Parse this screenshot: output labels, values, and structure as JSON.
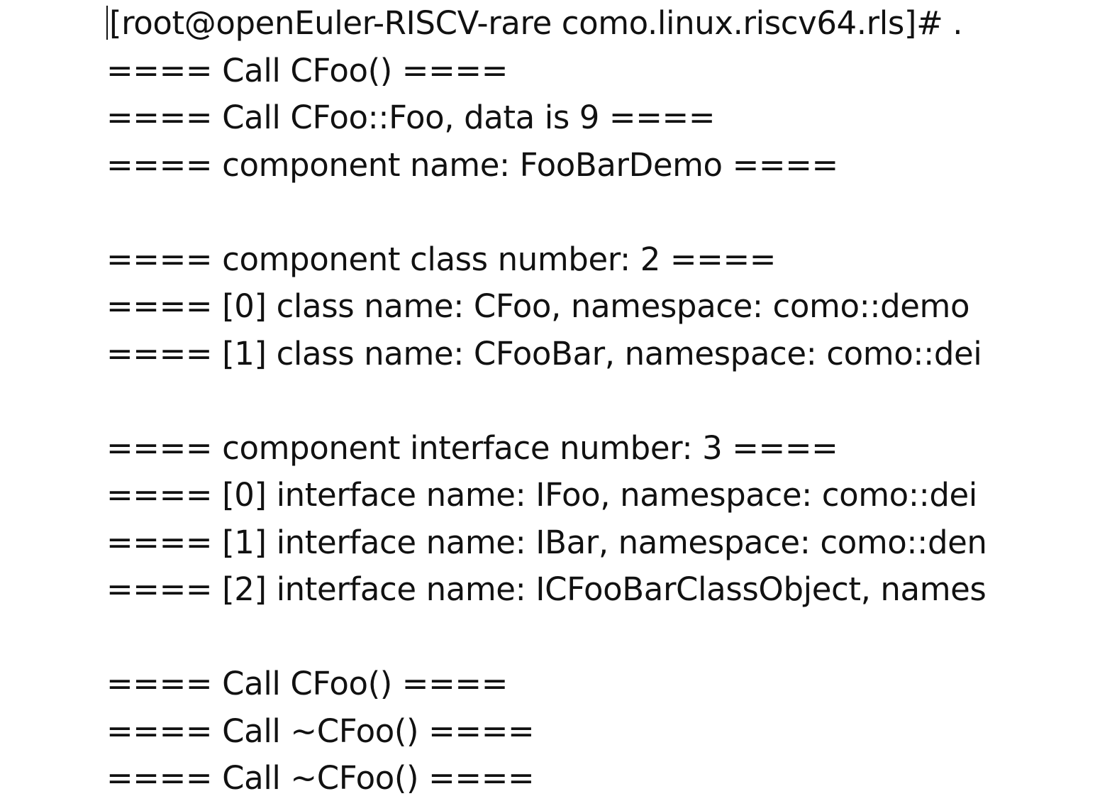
{
  "terminal": {
    "prompt": "[root@openEuler-RISCV-rare como.linux.riscv64.rls]# .",
    "lines": [
      "==== Call CFoo() ====",
      "==== Call CFoo::Foo, data is 9 ====",
      "==== component name: FooBarDemo ====",
      "",
      "==== component class number: 2 ====",
      "==== [0] class name: CFoo, namespace: como::demo",
      "==== [1] class name: CFooBar, namespace: como::dei",
      "",
      "==== component interface number: 3 ====",
      "==== [0] interface name: IFoo, namespace: como::dei",
      "==== [1] interface name: IBar, namespace: como::den",
      "==== [2] interface name: ICFooBarClassObject, names",
      "",
      "==== Call CFoo() ====",
      "==== Call ~CFoo() ====",
      "==== Call ~CFoo() ===="
    ]
  }
}
